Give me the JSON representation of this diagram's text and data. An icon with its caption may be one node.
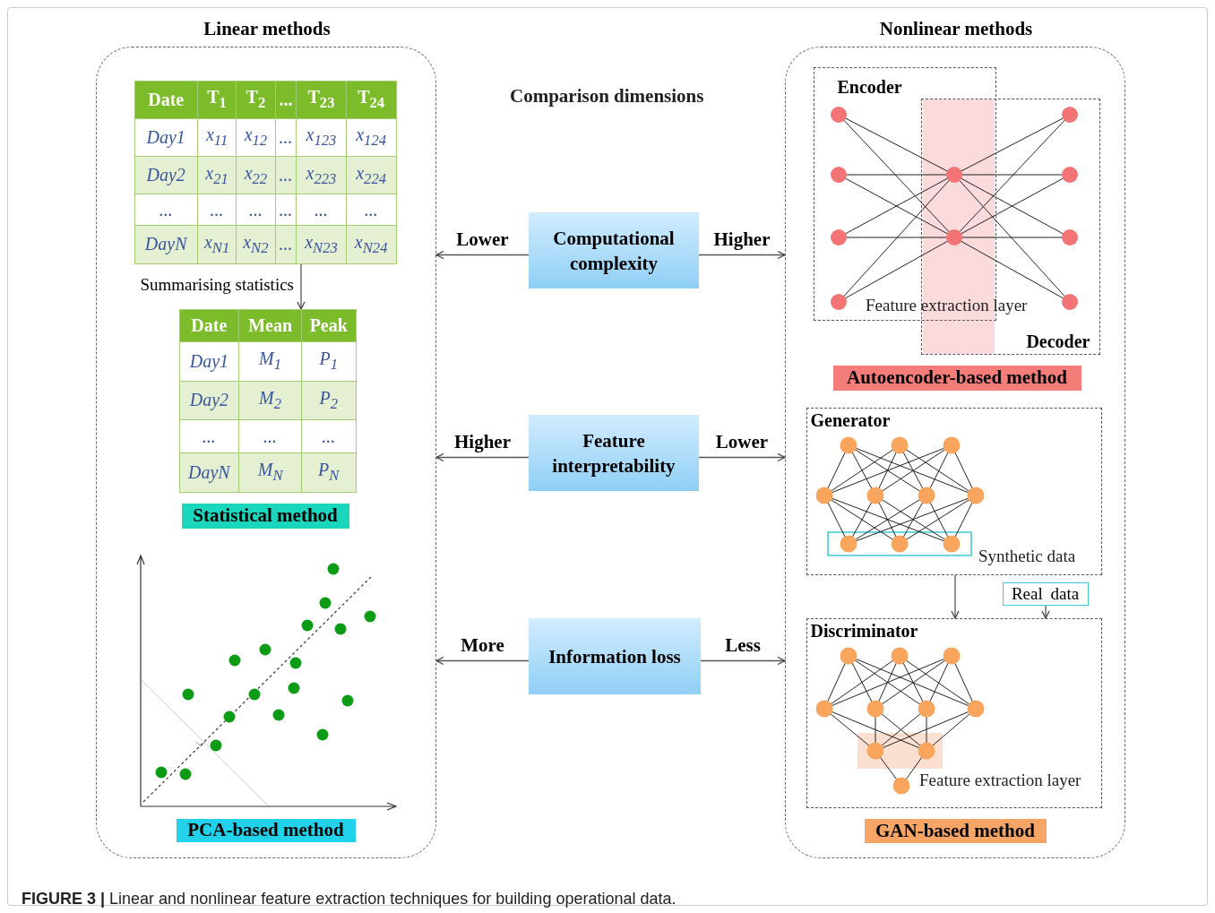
{
  "diagram": {
    "caption": "**FIGURE 3 |** Linear and nonlinear feature extraction techniques for building operational data.",
    "nodes": [
      {
        "text": [
          "Linear methods"
        ]
      },
      {
        "text": [
          "Date",
          "T$_{1}$",
          "T$_{2}$",
          "...",
          "T$_{23}$",
          "T$_{24}$",
          "Day1",
          "x$_{11}$",
          "x$_{12}$",
          "...",
          "x$_{123}$",
          "x$_{124}$",
          "Day2",
          "x$_{21}$",
          "x$_{22}$",
          "...",
          "x$_{223}$",
          "x$_{224}$",
          "...",
          "...",
          "...",
          "...",
          "...",
          "...",
          "DayN",
          "x$_{N1}$",
          "x$_{N2}$",
          "...",
          "x$_{N23}$",
          "x$_{N24}$"
        ],
        "in": 0
      },
      {
        "text": [
          "Date",
          "Mean",
          "Peak",
          "Day1",
          "M$_{1}$",
          "P$_{1}$",
          "Day2",
          "M$_{2}$",
          "P$_{2}$",
          "...",
          "...",
          "...",
          "DayN",
          "M$_{N}$",
          "P$_{N}$"
        ],
        "in": 0
      },
      {
        "text": [
          "Statistical method"
        ],
        "in": 0
      },
      {
        "text": [
          "PCA-based method"
        ],
        "in": 0
      },
      {
        "text": [
          "Computational complexity"
        ]
      },
      {
        "text": [
          "Feature interpretability"
        ]
      },
      {
        "text": [
          "Information loss"
        ]
      },
      {
        "text": [
          "Nonlinear methods"
        ]
      },
      {
        "text": [
          "Encoder"
        ],
        "in": 8
      },
      {
        "text": [
          "Decoder"
        ],
        "in": 8
      },
      {
        "text": [
          "Autoencoder-based method"
        ],
        "in": 8
      },
      {
        "text": [
          "Generator"
        ],
        "in": 8
      },
      {
        "text": [
          "Real data"
        ],
        "in": 8
      },
      {
        "text": [
          "Discriminator"
        ],
        "in": 8
      },
      {
        "text": [
          "GAN-based method"
        ],
        "in": 8
      }
    ],
    "edges": [
      {
        "from": 1,
        "to": 2,
        "arrow": "to",
        "label": "Summarising statistics"
      },
      {
        "from": 5,
        "to": 0,
        "arrow": "to",
        "label": "Lower"
      },
      {
        "from": 5,
        "to": 8,
        "arrow": "to",
        "label": "Higher"
      },
      {
        "from": 6,
        "to": 0,
        "arrow": "to",
        "label": "Higher"
      },
      {
        "from": 6,
        "to": 8,
        "arrow": "to",
        "label": "Lower"
      },
      {
        "from": 7,
        "to": 0,
        "arrow": "to",
        "label": "More"
      },
      {
        "from": 7,
        "to": 8,
        "arrow": "to",
        "label": "Less"
      },
      {
        "from": 12,
        "to": 14,
        "arrow": "to"
      },
      {
        "from": 13,
        "to": 14,
        "arrow": "to"
      }
    ],
    "labels": [
      "Comparison dimensions",
      "Feature extraction layer",
      "Synthetic data",
      "Feature extraction layer"
    ]
  }
}
